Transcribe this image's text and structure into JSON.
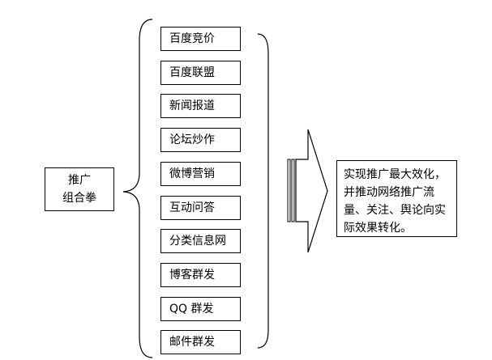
{
  "source": {
    "line1": "推广",
    "line2": "组合拳"
  },
  "channels": [
    "百度竞价",
    "百度联盟",
    "新闻报道",
    "论坛炒作",
    "微博营销",
    "互动问答",
    "分类信息网",
    "博客群发",
    "QQ 群发",
    "邮件群发"
  ],
  "result": {
    "line1": "实现推广最大效化，",
    "line2": "并推动网络推广流",
    "line3": "量、关注、舆论向实",
    "line4": "际效果转化。"
  }
}
